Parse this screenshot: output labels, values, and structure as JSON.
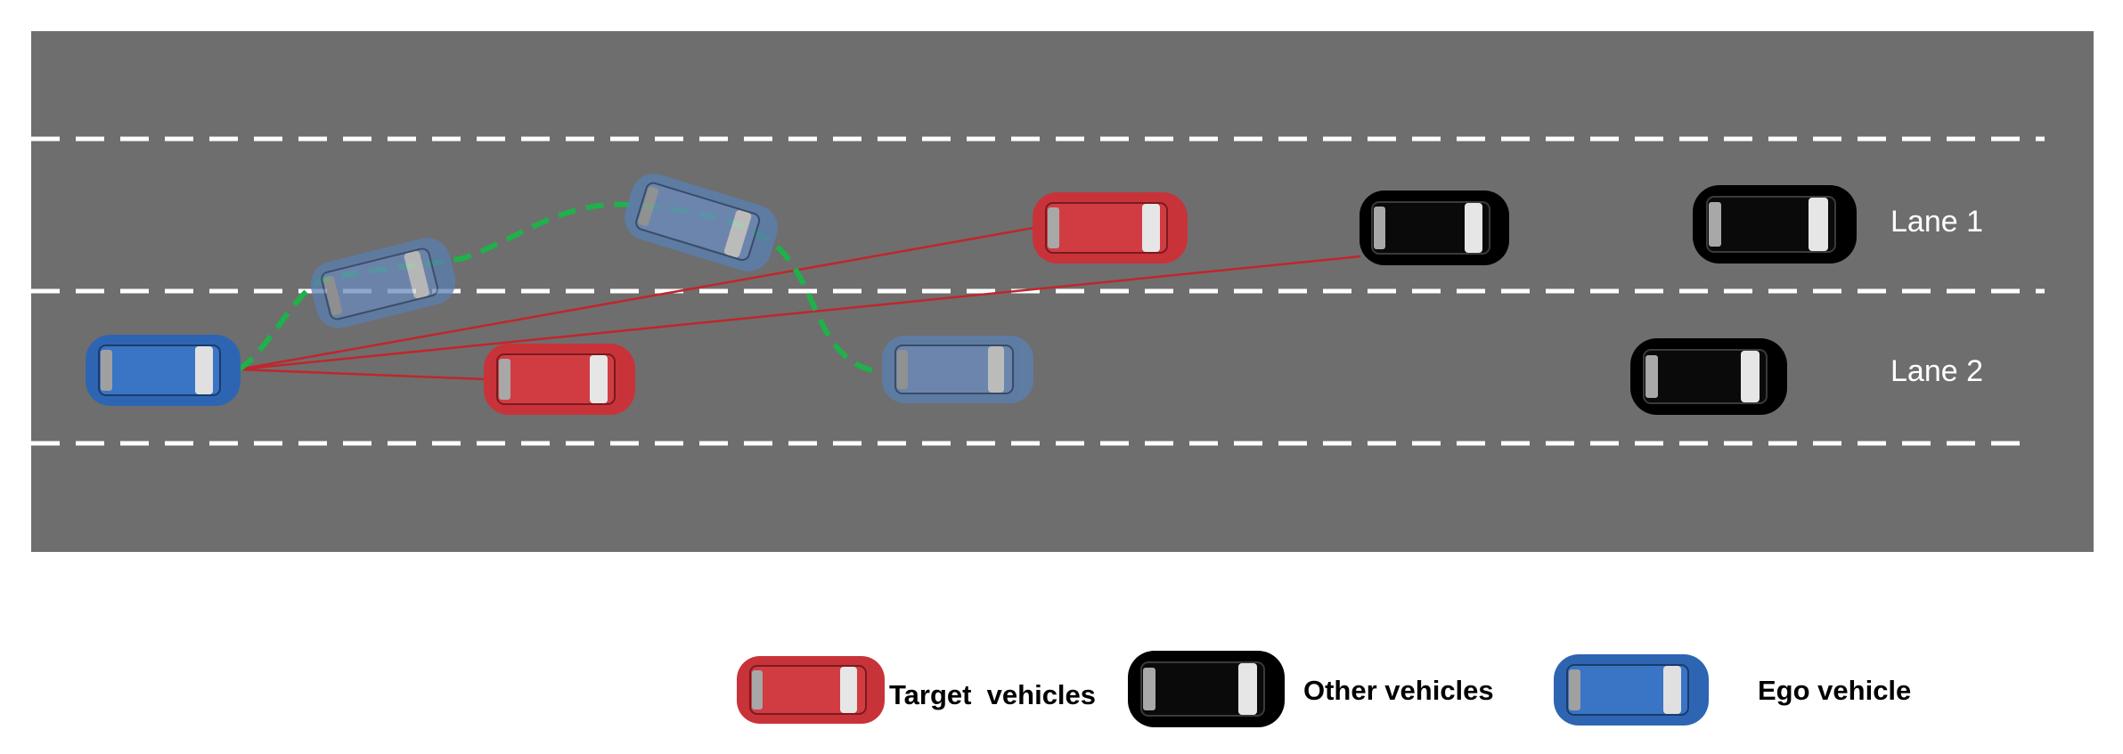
{
  "lanes": [
    {
      "label": "Lane 1"
    },
    {
      "label": "Lane 2"
    }
  ],
  "legend": {
    "target_label": "Target  vehicles",
    "other_label": "Other vehicles",
    "ego_label": "Ego vehicle"
  },
  "colors": {
    "road": "#6e6e6e",
    "lane_marking": "#ffffff",
    "target_vehicle": "#c8333a",
    "other_vehicle": "#000000",
    "ego_vehicle": "#2e65b3",
    "ego_ghost": "#5b7fb0",
    "sensing_line": "#c0262c",
    "trajectory": "#1fb14a"
  }
}
